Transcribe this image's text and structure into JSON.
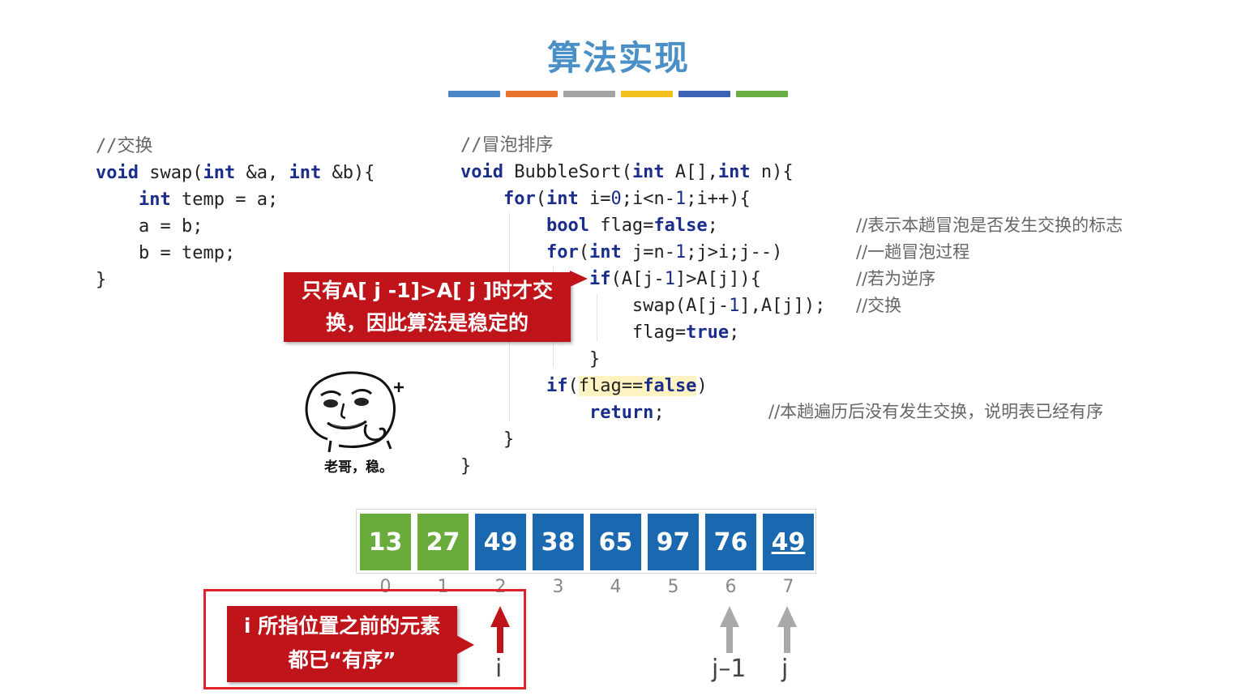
{
  "title": "算法实现",
  "color_bars": [
    "#4a86c5",
    "#e8732f",
    "#a3a3a3",
    "#f2c01c",
    "#3d62b5",
    "#6aae43"
  ],
  "swap_code": {
    "comment": "//交换",
    "line1_kw1": "void",
    "line1_a": " swap(",
    "line1_kw2": "int",
    "line1_b": " &a, ",
    "line1_kw3": "int",
    "line1_c": " &b){",
    "line2_kw": "int",
    "line2_rest": " temp = a;",
    "line3": "a = b;",
    "line4": "b = temp;",
    "line5": "}"
  },
  "bubble_code": {
    "comment": "//冒泡排序",
    "l1_kw1": "void",
    "l1_a": " BubbleSort(",
    "l1_kw2": "int",
    "l1_b": " A[],",
    "l1_kw3": "int",
    "l1_c": " n){",
    "l2_kw1": "for",
    "l2_a": "(",
    "l2_kw2": "int",
    "l2_b": " i=",
    "l2_n0": "0",
    "l2_c": ";i<n-",
    "l2_n1": "1",
    "l2_d": ";i++){",
    "l3_kw1": "bool",
    "l3_a": " flag=",
    "l3_kw2": "false",
    "l3_b": ";",
    "l4_kw1": "for",
    "l4_a": "(",
    "l4_kw2": "int",
    "l4_b": " j=n-",
    "l4_n1": "1",
    "l4_c": ";j>i;j--)",
    "l5_kw": "if",
    "l5_a": "(A[j-",
    "l5_n1": "1",
    "l5_b": "]>A[j]){",
    "l6_a": "swap(A[j-",
    "l6_n1": "1",
    "l6_b": "],A[j]);",
    "l7_a": "flag=",
    "l7_kw": "true",
    "l7_b": ";",
    "l8": "}",
    "l9_kw": "if",
    "l9_a": "(",
    "l9_hl_a": "flag==",
    "l9_hl_kw": "false",
    "l9_b": ")",
    "l10_kw": "return",
    "l10_a": ";",
    "l11": "}",
    "l12": "}"
  },
  "comments": {
    "c1": "//表示本趟冒泡是否发生交换的标志",
    "c2": "//一趟冒泡过程",
    "c3": "//若为逆序",
    "c4": "//交换",
    "c5": "//本趟遍历后没有发生交换，说明表已经有序"
  },
  "callout_stable": {
    "line1": "只有A[ j -1]>A[ j ]时才交",
    "line2": "换，因此算法是稳定的"
  },
  "meme_caption": "老哥，稳。",
  "array": {
    "cells": [
      {
        "value": "13",
        "color": "green"
      },
      {
        "value": "27",
        "color": "green"
      },
      {
        "value": "49",
        "color": "blue"
      },
      {
        "value": "38",
        "color": "blue"
      },
      {
        "value": "65",
        "color": "blue"
      },
      {
        "value": "97",
        "color": "blue"
      },
      {
        "value": "76",
        "color": "blue"
      },
      {
        "value": "49",
        "color": "blue",
        "underline": true
      }
    ],
    "indices": [
      "0",
      "1",
      "2",
      "3",
      "4",
      "5",
      "6",
      "7"
    ]
  },
  "callout_sorted": {
    "line1": "i 所指位置之前的元素",
    "line2": "都已“有序”"
  },
  "pointers": {
    "i": "i",
    "j_minus_1": "j–1",
    "j": "j"
  },
  "colors": {
    "accent_red": "#c0141b",
    "box_red": "#e0232b",
    "green": "#69ac3c",
    "blue": "#1a68b0"
  }
}
